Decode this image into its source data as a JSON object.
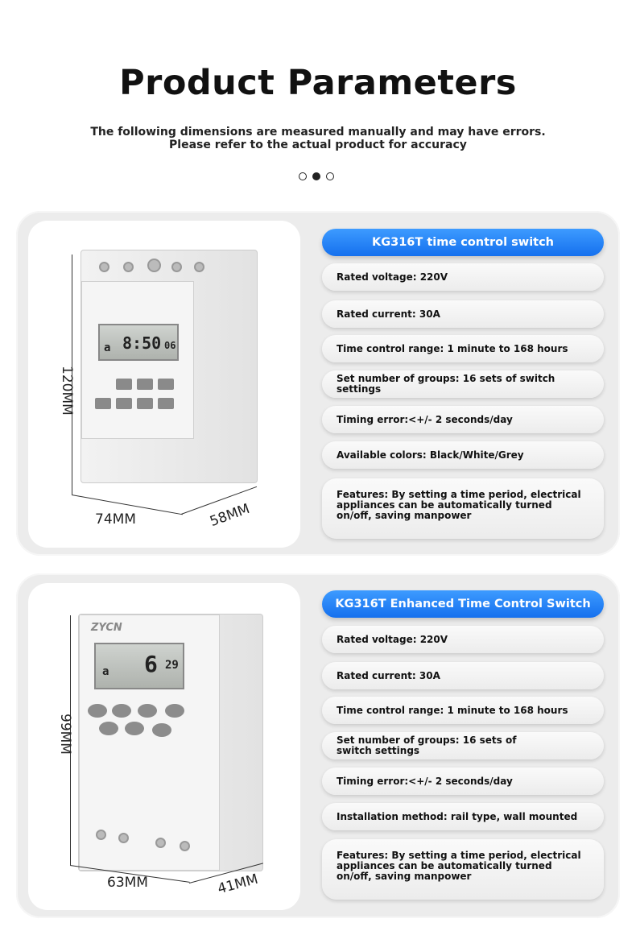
{
  "header": {
    "title": "Product Parameters",
    "subtitle_line1": "The following dimensions are measured manually and may have errors.",
    "subtitle_line2": "Please refer to the actual product for accuracy"
  },
  "pagination": {
    "total": 3,
    "current": 2
  },
  "products": [
    {
      "name": "KG316T time control switch",
      "specs": [
        "Rated voltage: 220V",
        "Rated current: 30A",
        "Time control range: 1 minute to 168 hours",
        "Set number of groups: 16 sets of switch settings",
        "Timing error:<+/- 2 seconds/day",
        "Available colors: Black/White/Grey",
        "Features: By setting a time period, electrical appliances can be automatically turned on/off, saving manpower"
      ],
      "dimensions": {
        "height": "120MM",
        "width": "74MM",
        "depth": "58MM"
      },
      "lcd_time": "8:50",
      "lcd_sec": "06"
    },
    {
      "name": "KG316T Enhanced Time Control Switch",
      "specs": [
        "Rated voltage: 220V",
        "Rated current: 30A",
        "Time control range: 1 minute to 168 hours",
        "Set number of groups: 16 sets of switch settings",
        "Timing error:<+/- 2 seconds/day",
        "Installation method: rail type, wall mounted",
        "Features: By setting a time period, electrical appliances can be automatically turned on/off, saving manpower"
      ],
      "dimensions": {
        "height": "99MM",
        "width": "63MM",
        "depth": "41MM"
      },
      "brand_logo": "ZYCN",
      "lcd_time": "6",
      "lcd_sec": "29"
    }
  ]
}
